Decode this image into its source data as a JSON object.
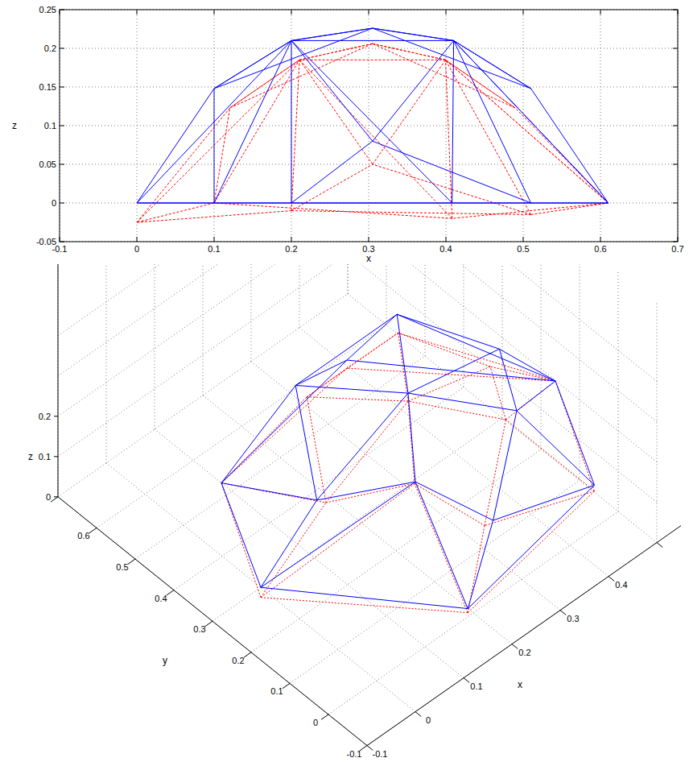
{
  "diagram": {
    "labels": [
      "0.25",
      "0.2",
      "0.15",
      "0.1",
      "0.05",
      "0",
      "-0.05",
      "-0.1",
      "0",
      "0.1",
      "0.2",
      "0.3",
      "0.4",
      "0.5",
      "0.6",
      "0.7",
      "x",
      "z",
      "0.2",
      "0.1",
      "0",
      "z",
      "0.6",
      "0.5",
      "0.4",
      "0.3",
      "0.2",
      "0.1",
      "0",
      "-0.1",
      "y",
      "-0.1",
      "0",
      "0.1",
      "0.2",
      "0.3",
      "0.4",
      "x"
    ]
  }
}
